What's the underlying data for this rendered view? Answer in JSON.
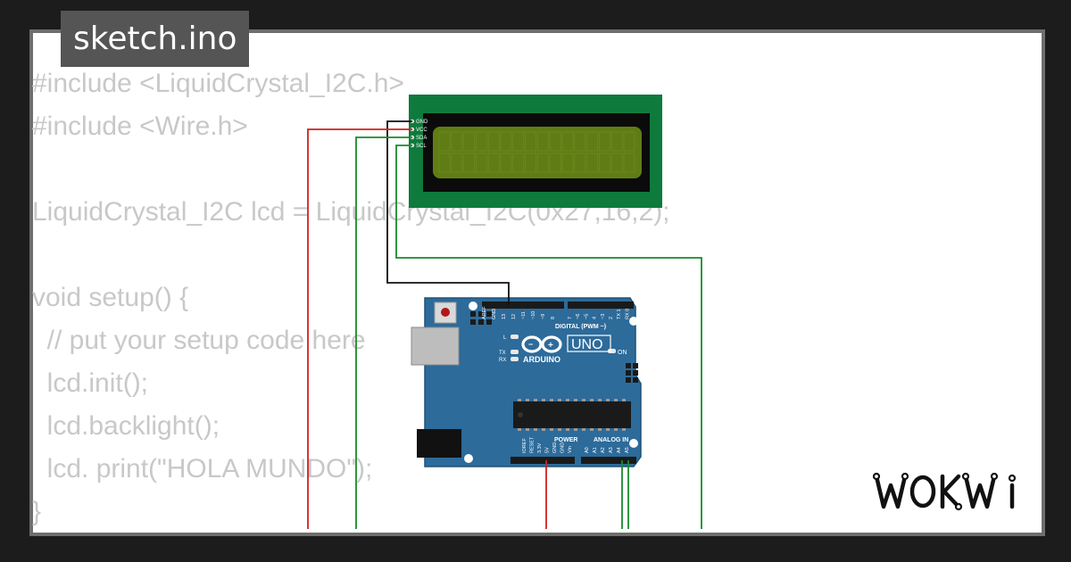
{
  "file_tab": {
    "label": "sketch.ino"
  },
  "code_lines": [
    "#include <LiquidCrystal_I2C.h>",
    "#include <Wire.h>",
    "",
    "LiquidCrystal_I2C lcd = LiquidCrystal_I2C(0x27,16,2);",
    "",
    "void setup() {",
    "  // put your setup code here",
    "  lcd.init();",
    "  lcd.backlight();",
    "  lcd. print(\"HOLA MUNDO\");",
    "}"
  ],
  "lcd": {
    "pins": [
      "GND",
      "VCC",
      "SDA",
      "SCL"
    ]
  },
  "arduino": {
    "logo_text": "ARDUINO",
    "model": "UNO",
    "digital_label": "DIGITAL (PWM ~)",
    "power_label": "POWER",
    "analog_label": "ANALOG IN",
    "on_label": "ON",
    "led_labels": [
      "L",
      "TX",
      "RX"
    ],
    "top_pin_labels": [
      "AREF",
      "GND",
      "13",
      "12",
      "~11",
      "~10",
      "~9",
      "8",
      "7",
      "~6",
      "~5",
      "4",
      "~3",
      "2",
      "TX 1",
      "RX 0"
    ],
    "power_pin_labels": [
      "IOREF",
      "RESET",
      "3.3V",
      "5V",
      "GND",
      "GND",
      "Vin"
    ],
    "analog_pin_labels": [
      "A0",
      "A1",
      "A2",
      "A3",
      "A4",
      "A5"
    ]
  },
  "brand": {
    "logo": "WOKWI"
  },
  "colors": {
    "wire_red": "#d0201d",
    "wire_green": "#1a8a2c",
    "wire_black": "#111111",
    "board_blue": "#2d6b9a",
    "lcd_green": "#0e7a3c",
    "lcd_screen": "#5f7d14"
  }
}
